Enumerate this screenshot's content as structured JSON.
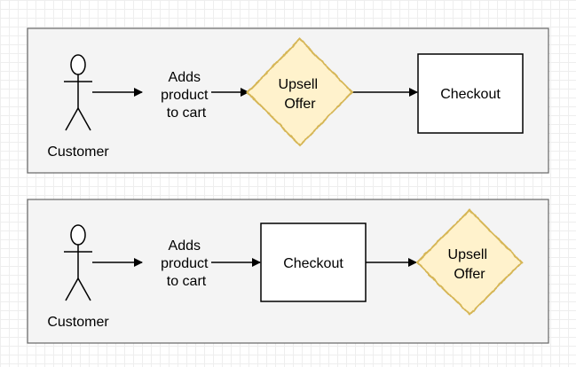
{
  "colors": {
    "panel_fill": "#f4f4f4",
    "panel_stroke": "#666666",
    "decision_fill": "#fff2cc",
    "decision_stroke": "#d6b656",
    "process_fill": "#ffffff"
  },
  "flows": [
    {
      "actor": {
        "label": "Customer",
        "icon": "stick-figure-actor-icon"
      },
      "edge_label": [
        "Adds",
        "product",
        "to cart"
      ],
      "nodes": [
        {
          "shape": "diamond",
          "label": [
            "Upsell",
            "Offer"
          ]
        },
        {
          "shape": "rectangle",
          "label": [
            "Checkout"
          ]
        }
      ]
    },
    {
      "actor": {
        "label": "Customer",
        "icon": "stick-figure-actor-icon"
      },
      "edge_label": [
        "Adds",
        "product",
        "to cart"
      ],
      "nodes": [
        {
          "shape": "rectangle",
          "label": [
            "Checkout"
          ]
        },
        {
          "shape": "diamond",
          "label": [
            "Upsell",
            "Offer"
          ]
        }
      ]
    }
  ]
}
